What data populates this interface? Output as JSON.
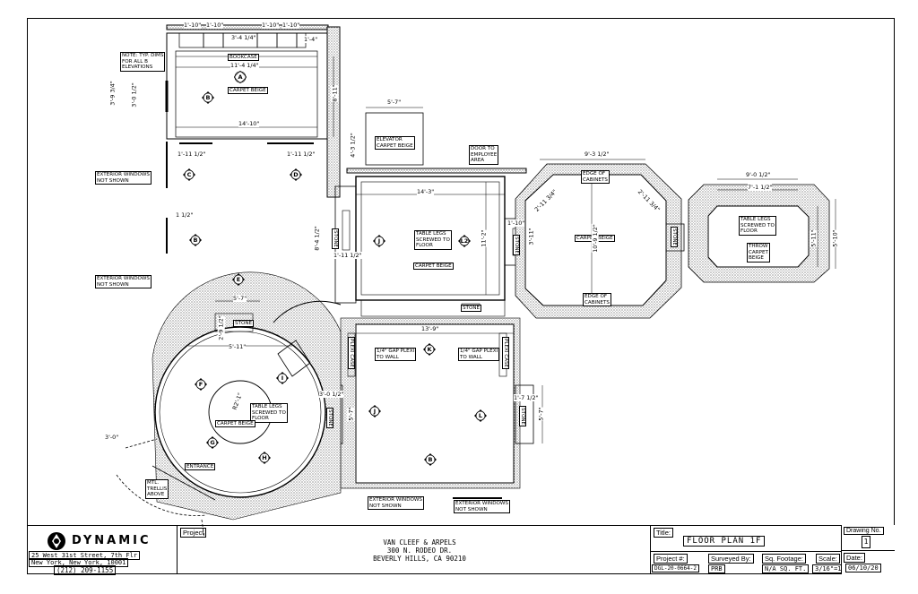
{
  "company": {
    "name": "DYNAMIC",
    "address_line1": "25 West 31st Street, 7th Flr",
    "address_line2": "New York, New York, 10001",
    "phone": "(212) 209-1155"
  },
  "title_block": {
    "project_label": "Project",
    "project_name": "VAN CLEEF & ARPELS",
    "project_address1": "300 N. RODEO DR.",
    "project_address2": "BEVERLY HILLS, CA 90210",
    "title_label": "Title:",
    "title_value": "FLOOR PLAN 1F",
    "drawing_no_label": "Drawing No.",
    "drawing_no_value": "1",
    "project_no_label": "Project #:",
    "project_no_value": "DGL-20-0664-2",
    "surveyed_by_label": "Surveyed By:",
    "surveyed_by_value": "PRB",
    "sq_footage_label": "Sq. Footage:",
    "sq_footage_value": "N/A SQ. FT.",
    "scale_label": "Scale:",
    "scale_value": "3/16\"=1'-0\"",
    "date_label": "Date:",
    "date_value": "06/10/20"
  },
  "notes": {
    "typ_dims": [
      "NOTE: TYP. DIMS",
      "FOR ALL B",
      "ELEVATIONS"
    ],
    "bookcase": "BOOKCASE",
    "carpet_beige": "CARPET BEIGE",
    "elevator": "ELEVATOR",
    "door_employee": [
      "DOOR TO",
      "EMPLOYEE",
      "AREA"
    ],
    "exterior_windows": [
      "EXTERIOR WINDOWS",
      "NOT SHOWN"
    ],
    "table_legs": [
      "TABLE LEGS",
      "SCREWED TO",
      "FLOOR"
    ],
    "edge_of_cabinets": [
      "EDGE OF",
      "CABINETS"
    ],
    "throw_carpet": [
      "THROW",
      "CARPET",
      "BEIGE"
    ],
    "stone": "STONE",
    "gap_plexi": [
      "1/4\" GAP PLEXI",
      "TO WALL"
    ],
    "entrance": "ENTRANCE",
    "mtl_trellis": [
      "MTL.",
      "TRELLIS",
      "ABOVE"
    ],
    "plexi_case": "PLEXI CASE"
  },
  "dims": {
    "top_a": "1'-10\"",
    "top_b": "1'-10\"",
    "top_c": "3'-4 1/4\"",
    "top_d": "1'-10\"",
    "top_e": "1'-10\"",
    "top_f": "1'-4\"",
    "bookcase_w": "11'-4 1/4\"",
    "room1_w": "14'-10\"",
    "room1_h": "8'-11\"",
    "left_a": "3'-9 3/4\"",
    "left_b": "3'-0 1/2\"",
    "window_a": "1'-11 1/2\"",
    "window_b": "1'-11 1/2\"",
    "small_a": "1 1/2\"",
    "elev_w": "5'-7\"",
    "elev_h": "4'-3 1/2\"",
    "room2_w": "14'-3\"",
    "room2_h": "11'-2\"",
    "room2_side": "8'-4 1/2\"",
    "room2_side2": "1'-11 1/2\"",
    "room2_gap": "1'-10\"",
    "oct_w": "9'-3 1/2\"",
    "oct_h": "10'-9 1/2\"",
    "oct_left": "3'-11\"",
    "oct_diag1": "2'-11 3/4\"",
    "oct_diag2": "2'-11 3/4\"",
    "room4_w": "9'-0 1/2\"",
    "room4_w2": "7'-1 1/2\"",
    "room4_h": "5'-10\"",
    "room4_h2": "5'-11\"",
    "rot_w": "5'-7\"",
    "rot_diam": "5'-11\"",
    "rot_r": "R2'-1\"",
    "rot_a": "2'-9 1/2\"",
    "rot_b": "3'-0 1/2\"",
    "room5_w": "13'-9\"",
    "room5_h": "5'-7\"",
    "room5_side": "5'-7\"",
    "room5_gap": "1'-7 1/2\"",
    "trellis": "3'-0\""
  },
  "tags": [
    "A",
    "B",
    "C",
    "D",
    "B",
    "E",
    "J",
    "L2",
    "F",
    "I",
    "G",
    "H",
    "K",
    "J",
    "L",
    "B"
  ]
}
